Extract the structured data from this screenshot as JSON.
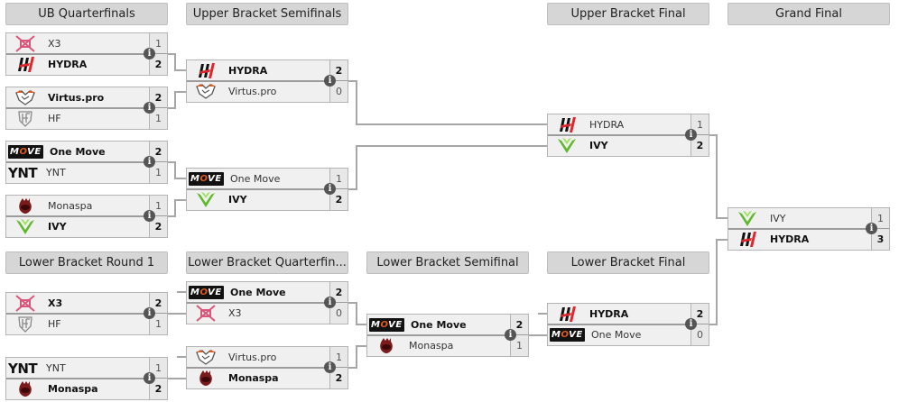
{
  "headers": {
    "ubq": "UB Quarterfinals",
    "ubs": "Upper Bracket Semifinals",
    "ubf": "Upper Bracket Final",
    "gf": "Grand Final",
    "lbr1": "Lower Bracket Round 1",
    "lbqf": "Lower Bracket Quarterfin...",
    "lbsf": "Lower Bracket Semifinal",
    "lbf": "Lower Bracket Final"
  },
  "matches": {
    "ubq1": {
      "top": {
        "team": "X3",
        "logo": "x3-logo",
        "score": "1",
        "win": false
      },
      "bot": {
        "team": "HYDRA",
        "logo": "hydra-logo",
        "score": "2",
        "win": true
      }
    },
    "ubq2": {
      "top": {
        "team": "Virtus.pro",
        "logo": "virtuspro-logo",
        "score": "2",
        "win": true
      },
      "bot": {
        "team": "HF",
        "logo": "hf-logo",
        "score": "1",
        "win": false
      }
    },
    "ubq3": {
      "top": {
        "team": "One Move",
        "logo": "onemove-logo",
        "score": "2",
        "win": true
      },
      "bot": {
        "team": "YNT",
        "logo": "ynt-logo",
        "score": "1",
        "win": false
      }
    },
    "ubq4": {
      "top": {
        "team": "Monaspa",
        "logo": "monaspa-logo",
        "score": "1",
        "win": false
      },
      "bot": {
        "team": "IVY",
        "logo": "ivy-logo",
        "score": "2",
        "win": true
      }
    },
    "ubs1": {
      "top": {
        "team": "HYDRA",
        "logo": "hydra-logo",
        "score": "2",
        "win": true
      },
      "bot": {
        "team": "Virtus.pro",
        "logo": "virtuspro-logo",
        "score": "0",
        "win": false
      }
    },
    "ubs2": {
      "top": {
        "team": "One Move",
        "logo": "onemove-logo",
        "score": "1",
        "win": false
      },
      "bot": {
        "team": "IVY",
        "logo": "ivy-logo",
        "score": "2",
        "win": true
      }
    },
    "ubf": {
      "top": {
        "team": "HYDRA",
        "logo": "hydra-logo",
        "score": "1",
        "win": false
      },
      "bot": {
        "team": "IVY",
        "logo": "ivy-logo",
        "score": "2",
        "win": true
      }
    },
    "gf": {
      "top": {
        "team": "IVY",
        "logo": "ivy-logo",
        "score": "1",
        "win": false
      },
      "bot": {
        "team": "HYDRA",
        "logo": "hydra-logo",
        "score": "3",
        "win": true
      }
    },
    "lbr1a": {
      "top": {
        "team": "X3",
        "logo": "x3-logo",
        "score": "2",
        "win": true
      },
      "bot": {
        "team": "HF",
        "logo": "hf-logo",
        "score": "1",
        "win": false
      }
    },
    "lbr1b": {
      "top": {
        "team": "YNT",
        "logo": "ynt-logo",
        "score": "1",
        "win": false
      },
      "bot": {
        "team": "Monaspa",
        "logo": "monaspa-logo",
        "score": "2",
        "win": true
      }
    },
    "lbqf1": {
      "top": {
        "team": "One Move",
        "logo": "onemove-logo",
        "score": "2",
        "win": true
      },
      "bot": {
        "team": "X3",
        "logo": "x3-logo",
        "score": "0",
        "win": false
      }
    },
    "lbqf2": {
      "top": {
        "team": "Virtus.pro",
        "logo": "virtuspro-logo",
        "score": "1",
        "win": false
      },
      "bot": {
        "team": "Monaspa",
        "logo": "monaspa-logo",
        "score": "2",
        "win": true
      }
    },
    "lbsf": {
      "top": {
        "team": "One Move",
        "logo": "onemove-logo",
        "score": "2",
        "win": true
      },
      "bot": {
        "team": "Monaspa",
        "logo": "monaspa-logo",
        "score": "1",
        "win": false
      }
    },
    "lbf": {
      "top": {
        "team": "HYDRA",
        "logo": "hydra-logo",
        "score": "2",
        "win": true
      },
      "bot": {
        "team": "One Move",
        "logo": "onemove-logo",
        "score": "0",
        "win": false
      }
    }
  },
  "info_icon_glyph": "i",
  "logo_text": {
    "move_pre": "M",
    "move_o": "O",
    "move_post": "VE",
    "ynt": "YNT"
  },
  "colors": {
    "line": "#a0a0a0",
    "header_bg": "#d6d6d6",
    "box_bg": "#f0f0f0",
    "x3": "#d9567a",
    "hydra_red": "#e0252b",
    "ivy_green": "#6ec531",
    "monaspa": "#8b1a1a"
  }
}
